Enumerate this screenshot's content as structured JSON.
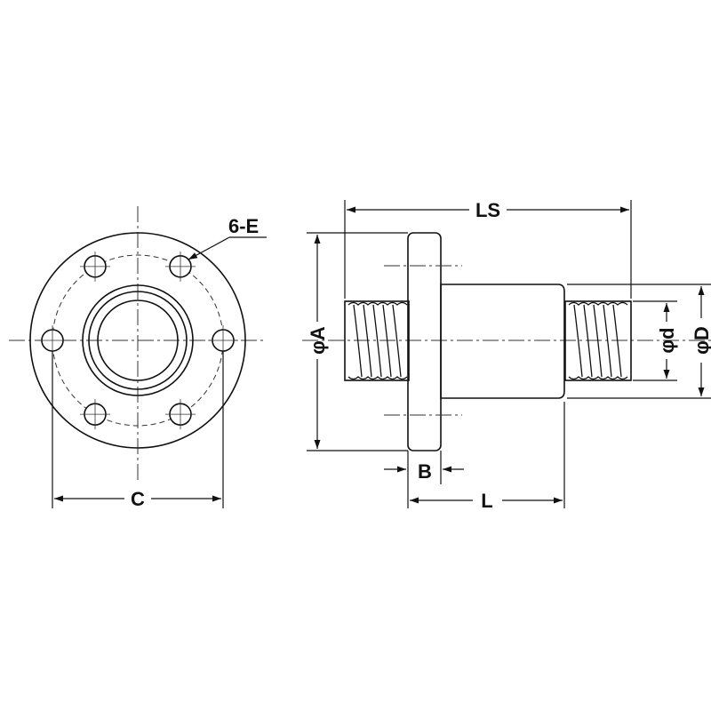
{
  "labels": {
    "hole_note": "6-E",
    "bolt_circle": "C",
    "flange_dia": "φA",
    "flange_width": "B",
    "length": "L",
    "screw_length": "LS",
    "outer_dia": "φD",
    "thread_dia": "φd"
  },
  "colors": {
    "part_fill": "#f4dae6",
    "part_fill_dark": "#e9c3d6",
    "bore_fill": "#e3a9c8",
    "outline": "#111111"
  }
}
